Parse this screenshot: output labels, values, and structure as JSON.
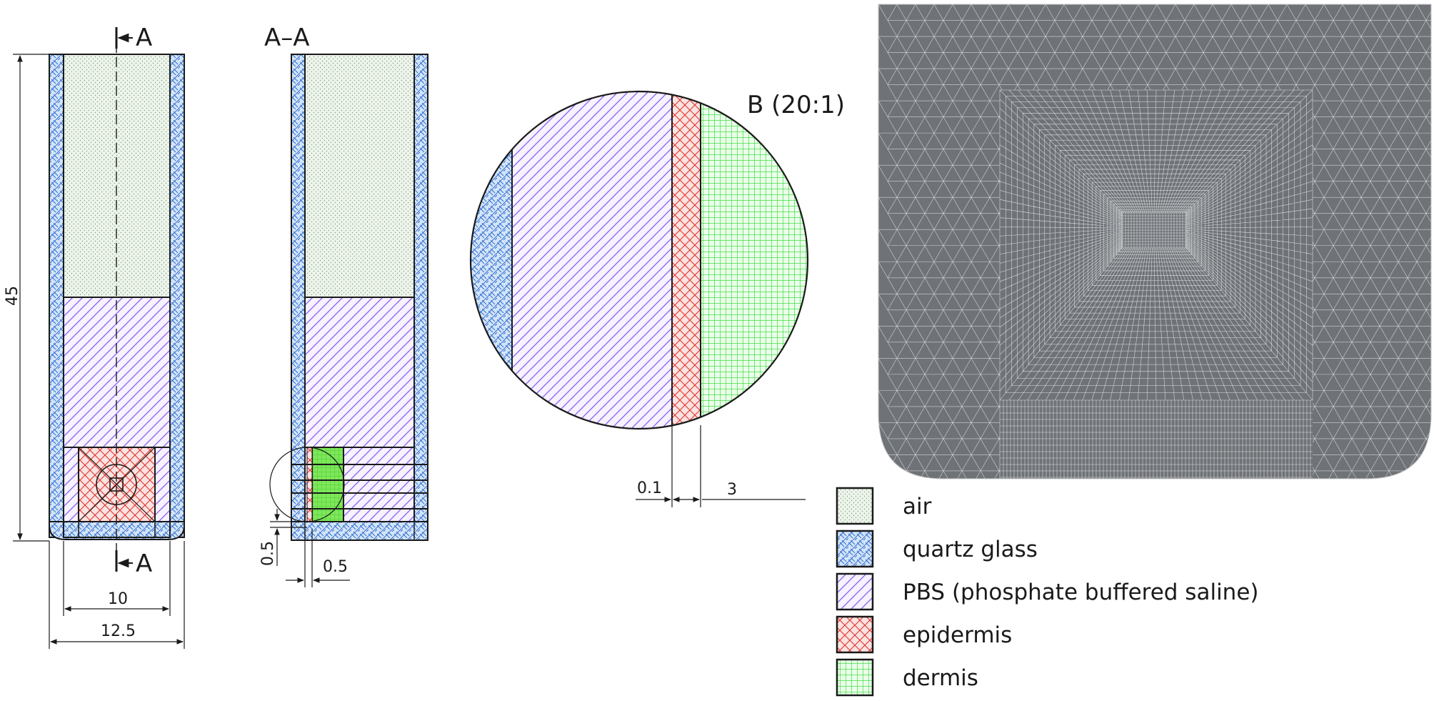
{
  "section_marks": {
    "top": "A",
    "bottom": "A",
    "section_title": "A–A"
  },
  "detail": {
    "label": "B (20:1)",
    "dim_left": "0.1",
    "dim_right": "3"
  },
  "front_view_dims": {
    "height": "45",
    "inner_width": "10",
    "outer_width": "12.5"
  },
  "section_view_dims": {
    "vertical": "0.5",
    "horizontal": "0.5"
  },
  "legend": [
    {
      "label": "air",
      "pattern": "air-dots",
      "color": "#e7efe4"
    },
    {
      "label": "quartz glass",
      "pattern": "quartz-weave",
      "color": "#cfe0f7"
    },
    {
      "label": "PBS (phosphate buffered saline)",
      "pattern": "pbs-hatch",
      "color": "#8a5cf0"
    },
    {
      "label": "epidermis",
      "pattern": "epi-cross",
      "color": "#e0332e"
    },
    {
      "label": "dermis",
      "pattern": "derm-grid",
      "color": "#2bd62b"
    }
  ],
  "colors": {
    "line": "#1a1a1a",
    "mesh_bg": "#6f7378",
    "mesh_line": "#f2f2f2"
  }
}
